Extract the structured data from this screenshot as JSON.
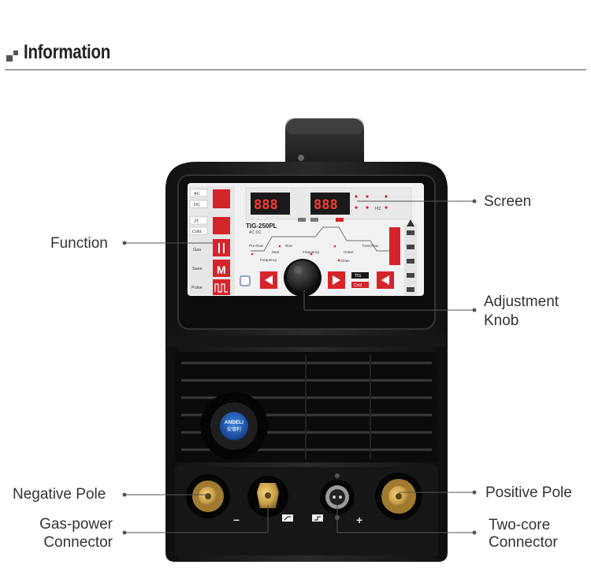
{
  "header": {
    "title": "Information"
  },
  "panel": {
    "model": "TIG-250PL",
    "mode": "AC DC",
    "subtitle": "Low Temperature Pulse Cold Welding Machine",
    "display_left": "888",
    "display_right": "888",
    "brand_logo_text": "ANDELI",
    "brand_logo_cn": "安德利",
    "function_labels": [
      "AC",
      "DC",
      "2T",
      "Cold",
      "Gas",
      "Save",
      "Pulse"
    ],
    "flow_labels": {
      "pre_flow": "Pre-Flow",
      "start": "Start",
      "rise": "Rise",
      "frequency": "Frequency",
      "frequency2": "Frequency",
      "post_flow": "Post-Flow",
      "crater": "Crater",
      "clean": "Clean"
    },
    "mode_tags": [
      "TIG",
      "Cold"
    ],
    "right_side_labels": [
      "Hz"
    ]
  },
  "front": {
    "minus_sign": "−",
    "plus_sign": "+"
  },
  "callouts": {
    "screen": "Screen",
    "function": "Function",
    "adjustment_line1": "Adjustment",
    "adjustment_line2": "Knob",
    "negative_pole": "Negative Pole",
    "positive_pole": "Positive Pole",
    "gas_line1": "Gas-power",
    "gas_line2": "Connector",
    "twocore_line1": "Two-core",
    "twocore_line2": "Connector"
  },
  "colors": {
    "machine_body": "#1c1c1e",
    "panel_face": "#f2f2f2",
    "button_red": "#d6242b",
    "display_red": "#ff3b30",
    "connector_gold": "#c9a04a",
    "logo_blue": "#1f5fb5"
  }
}
